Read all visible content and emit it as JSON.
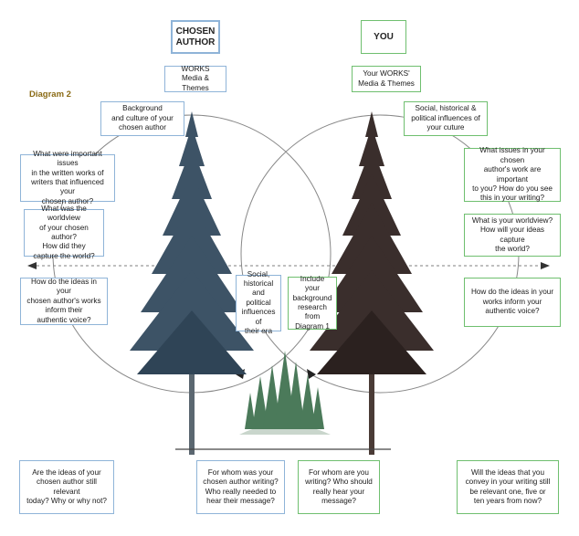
{
  "diagram_label": "Diagram 2",
  "colors": {
    "author_border": "#8fb4d8",
    "you_border": "#6fbf6f",
    "label": "#8a6a14"
  },
  "author": {
    "heading": "CHOSEN\nAUTHOR",
    "works": "WORKS\nMedia & Themes",
    "background": "Background\nand culture of your\nchosen author",
    "issues": "What were important issues\nin the written works of\nwriters that influenced your\nchosen author?",
    "worldview": "What was the worldview\nof your chosen author?\nHow did they\ncapture the world?",
    "ideas": "How do the ideas in your\nchosen author's works\ninform their\nauthentic voice?",
    "social": "Social,\nhistorical\nand political\ninfluences of\ntheir era",
    "relevant": "Are the ideas of your\nchosen author still relevant\ntoday? Why or why not?",
    "for_whom": "For whom was your\nchosen author writing?\nWho really needed to\nhear their message?"
  },
  "you": {
    "heading": "YOU",
    "works": "Your WORKS'\nMedia & Themes",
    "social": "Social, historical &\npolitical influences of\nyour cuture",
    "issues": "What issues in your chosen\nauthor's work are important\nto you? How do you see\nthis  in your writing?",
    "worldview": "What is your worldview?\nHow will your ideas capture\nthe world?",
    "ideas": "How do the ideas in your\nworks inform your\nauthentic voice?",
    "background": "Include your\nbackground\nresearch from\nDiagram 1",
    "for_whom": "For whom are you\nwriting? Who should\nreally hear your message?",
    "future": "Will the ideas that you\nconvey in your writing still\nbe relevant one, five or\nten years from now?"
  }
}
